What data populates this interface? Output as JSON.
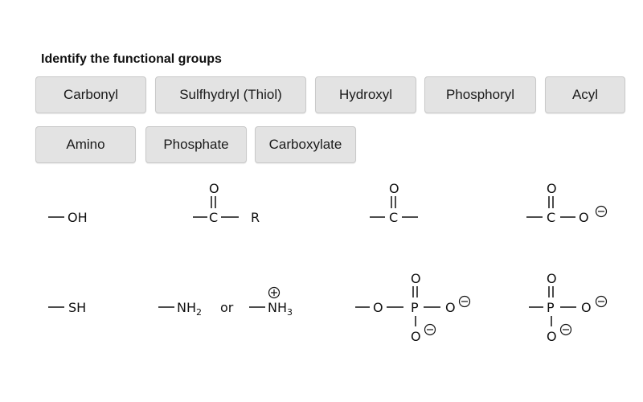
{
  "title": "Identify the functional groups",
  "options": [
    "Carbonyl",
    "Sulfhydryl (Thiol)",
    "Hydroxyl",
    "Phosphoryl",
    "Acyl",
    "Amino",
    "Phosphate",
    "Carboxylate"
  ],
  "structures": {
    "hydroxyl": {
      "group": "OH"
    },
    "acyl": {
      "top": "O",
      "center": "C",
      "right": "R"
    },
    "carbonyl": {
      "top": "O",
      "center": "C"
    },
    "carboxylate": {
      "top": "O",
      "center": "C",
      "right": "O"
    },
    "sulfhydryl": {
      "group": "SH"
    },
    "amino": {
      "a": "NH",
      "a_sub": "2",
      "or": "or",
      "b": "NH",
      "b_sub": "3"
    },
    "phosphate": {
      "left": "O",
      "center": "P",
      "top": "O",
      "right": "O",
      "bottom": "O"
    },
    "phosphoryl": {
      "center": "P",
      "top": "O",
      "right": "O",
      "bottom": "O"
    }
  }
}
